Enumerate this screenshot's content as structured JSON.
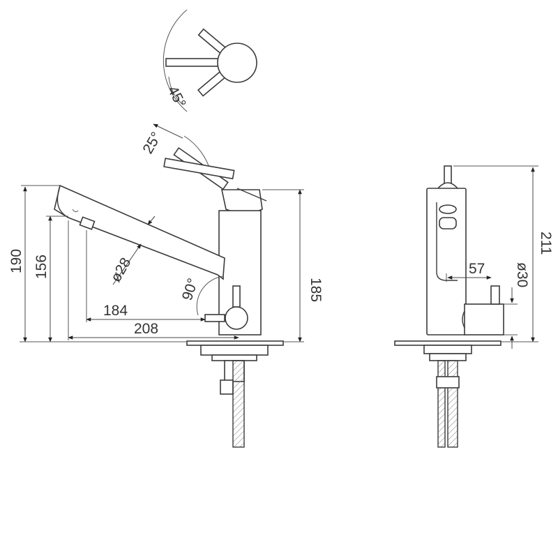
{
  "dimensions": {
    "angle_lever_swing_top": "45°",
    "angle_lever_tilt": "25°",
    "angle_spout": "90°",
    "diameter_spout": "ø28",
    "length_184": "184",
    "length_208": "208",
    "height_190": "190",
    "height_156": "156",
    "height_185": "185",
    "height_211": "211",
    "width_57": "57",
    "diameter_30": "ø30"
  }
}
